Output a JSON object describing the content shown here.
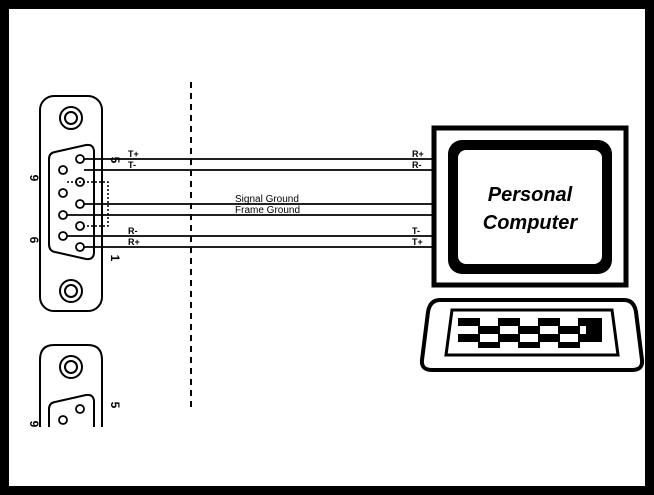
{
  "wires": {
    "left_labels": [
      "T+",
      "T-",
      "R-",
      "R+"
    ],
    "right_labels": [
      "R+",
      "R-",
      "T-",
      "T+"
    ],
    "signal_ground": "Signal Ground",
    "frame_ground": "Frame Ground"
  },
  "connector": {
    "pin_top_right": "5",
    "pin_bottom_right": "1",
    "pin_top_left": "9",
    "pin_bottom_left": "6"
  },
  "connector2": {
    "pin_right": "5",
    "pin_left": "9"
  },
  "computer": {
    "line1": "Personal",
    "line2": "Computer"
  }
}
